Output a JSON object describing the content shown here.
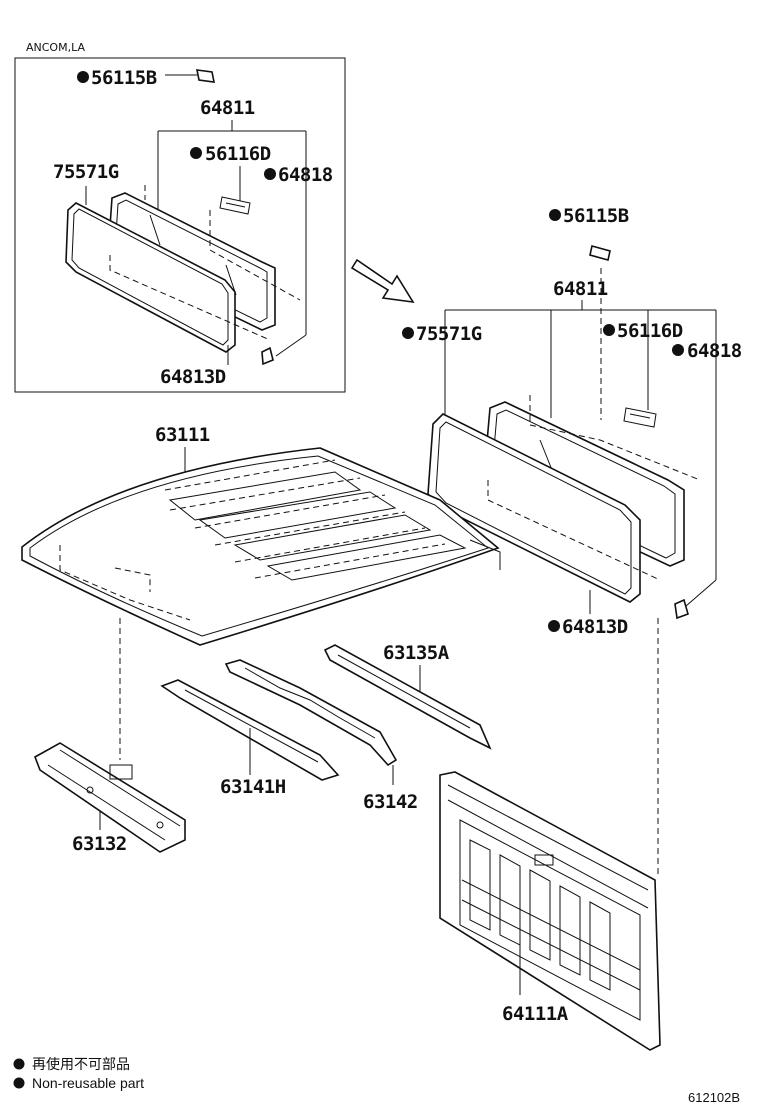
{
  "inset": {
    "model_label": "ANCOM,LA",
    "parts": {
      "p56115B": "56115B",
      "p64811": "64811",
      "p56116D": "56116D",
      "p75571G": "75571G",
      "p64818": "64818",
      "p64813D": "64813D"
    }
  },
  "main": {
    "parts": {
      "p56115B": "56115B",
      "p64811": "64811",
      "p75571G": "75571G",
      "p56116D": "56116D",
      "p64818": "64818",
      "p64813D": "64813D",
      "p63111": "63111",
      "p63135A": "63135A",
      "p63141H": "63141H",
      "p63142": "63142",
      "p63132": "63132",
      "p64111A": "64111A"
    }
  },
  "legend": {
    "line1": "再使用不可部品",
    "line2": "Non-reusable part"
  },
  "figure_ref": "612102B"
}
